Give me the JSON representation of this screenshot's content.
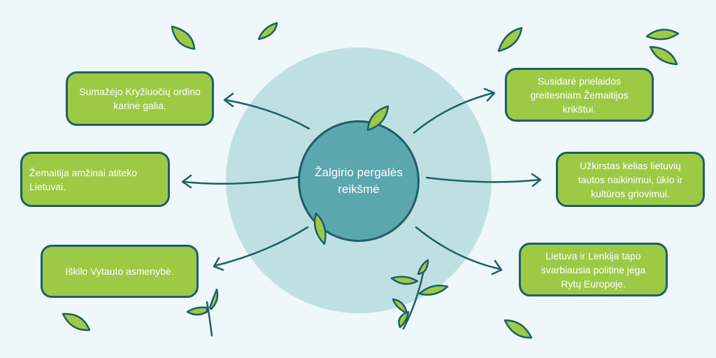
{
  "center": {
    "title": "Žalgirio pergalės reikšmė"
  },
  "effects": [
    {
      "text": "Sumažėjo Kryžiuočių ordino karinė galia."
    },
    {
      "text": "Žemaitija amžinai atiteko Lietuvai."
    },
    {
      "text": "Iškilo Vytauto asmenybė."
    },
    {
      "text": "Susidarė prielaidos greitesniam Žemaitijos krikštui."
    },
    {
      "text": "Užkirstas kelias lietuvių tautos naikinimui, ūkio ir kultūros griovimui."
    },
    {
      "text": "Lietuva ir Lenkija tapo svarbiausia politine jėga Rytų Europoje."
    }
  ],
  "colors": {
    "background": "#eef7f9",
    "outer_circle": "#bfe0e3",
    "center_circle": "#5aa7ae",
    "box_fill": "#9cca45",
    "outline": "#1f5f67",
    "text": "#ffffff"
  },
  "decorations": {
    "icon": "leaf-icon",
    "sprout": "sprout-icon"
  }
}
